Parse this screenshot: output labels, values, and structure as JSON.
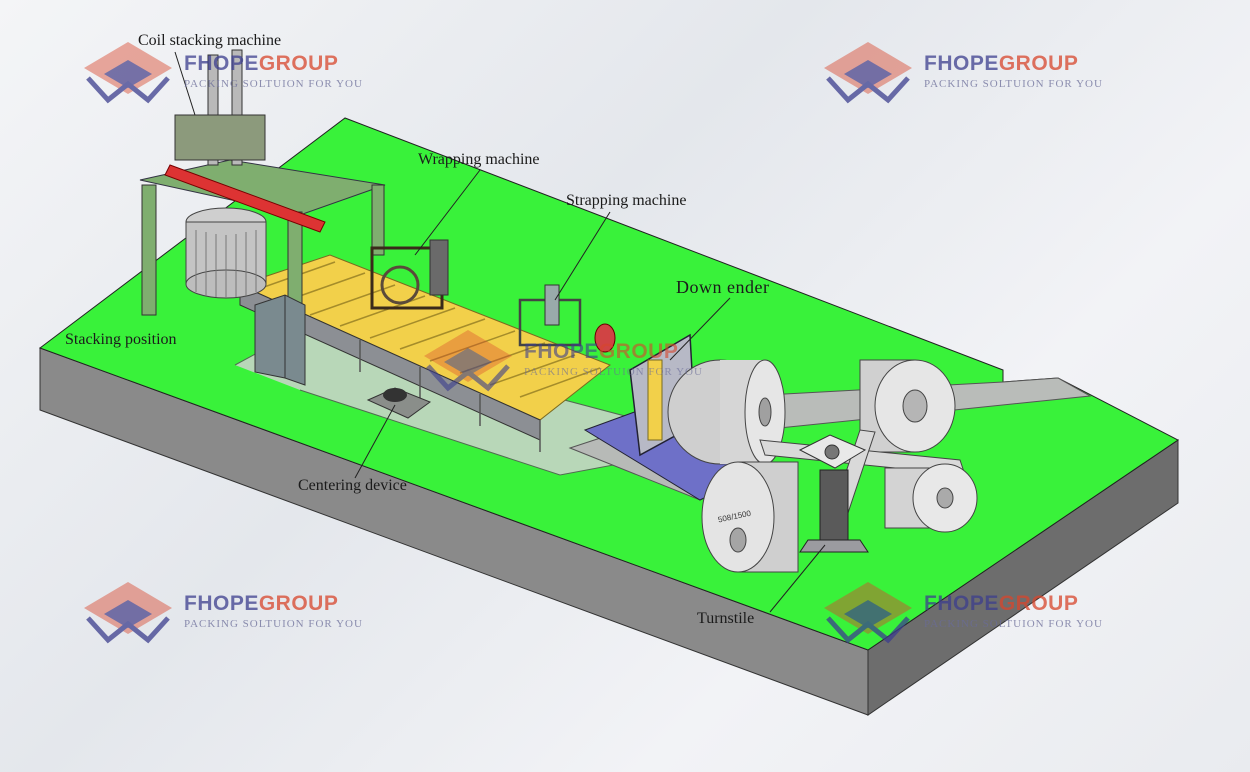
{
  "labels": {
    "coil_stacking_machine": "Coil stacking machine",
    "wrapping_machine": "Wrapping machine",
    "strapping_machine": "Strapping machine",
    "down_ender": "Down ender",
    "stacking_position": "Stacking position",
    "centering_device": "Centering device",
    "turnstile": "Turnstile"
  },
  "watermark": {
    "brand_a": "FHOPE",
    "brand_b": "GROUP",
    "tagline": "PACKING SOLTUION FOR YOU"
  },
  "coil_marking": "508/1500",
  "colors": {
    "floor_top": "#39f23a",
    "floor_side": "#7b7b7b",
    "frame_green": "#7fae6f",
    "conveyor_yellow": "#f2d04a",
    "downender_blue": "#6e70c8",
    "coil_grey": "#d6d6d6",
    "logo_red": "#d8462c",
    "logo_blue": "#3c3e8e"
  }
}
